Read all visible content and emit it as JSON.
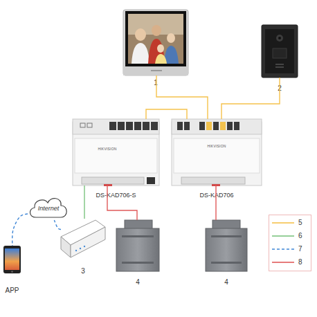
{
  "diagram": {
    "nodes": [
      {
        "text": [
          "1"
        ]
      },
      {
        "text": [
          "2"
        ]
      },
      {
        "text": [
          "DS-KAD706-S"
        ]
      },
      {
        "text": [
          "DS-KAD706"
        ]
      },
      {
        "text": [
          "Internet"
        ]
      },
      {
        "text": [
          "3"
        ]
      },
      {
        "text": [
          "4"
        ]
      },
      {
        "text": [
          "4"
        ]
      },
      {
        "text": [
          "APP"
        ]
      }
    ],
    "edges": [
      {
        "from": 0,
        "to": 3,
        "arrow": "none"
      },
      {
        "from": 1,
        "to": 3,
        "arrow": "none"
      },
      {
        "from": 2,
        "to": 3,
        "arrow": "none"
      },
      {
        "from": 2,
        "to": 5,
        "arrow": "none"
      },
      {
        "from": 5,
        "to": 4,
        "arrow": "none"
      },
      {
        "from": 4,
        "to": 8,
        "arrow": "none"
      },
      {
        "from": 2,
        "to": 6,
        "arrow": "none"
      },
      {
        "from": 3,
        "to": 7,
        "arrow": "none"
      }
    ],
    "labels": [
      "HIKVISION",
      "HIKVISION"
    ],
    "legend": [
      {
        "text": "5"
      },
      {
        "text": "6"
      },
      {
        "text": "7"
      },
      {
        "text": "8"
      }
    ]
  }
}
